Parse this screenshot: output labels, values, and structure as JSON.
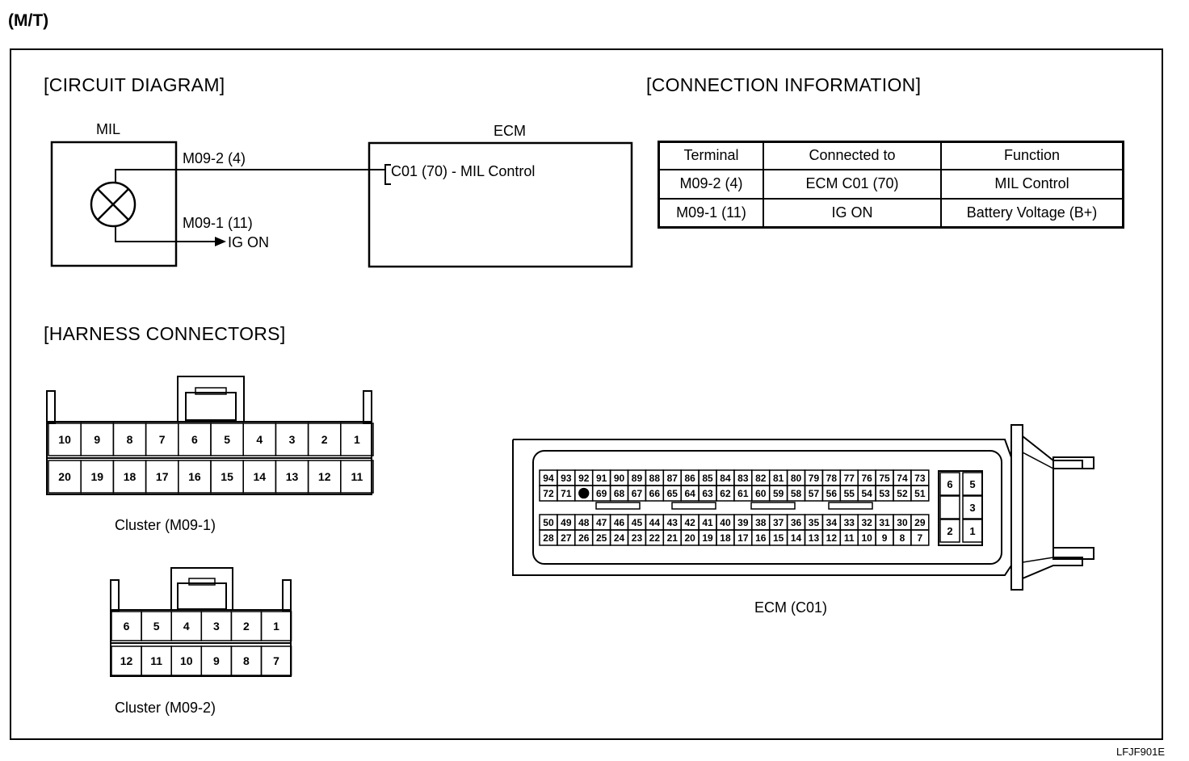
{
  "header": {
    "mode": "(M/T)"
  },
  "sections": {
    "circuit": "[CIRCUIT DIAGRAM]",
    "connection": "[CONNECTION INFORMATION]",
    "harness": "[HARNESS CONNECTORS]"
  },
  "circuit": {
    "mil_label": "MIL",
    "ecm_label": "ECM",
    "wire1": "M09-2 (4)",
    "wire2": "M09-1 (11)",
    "ig_on": "IG ON",
    "ecm_pin": "C01 (70) - MIL Control"
  },
  "table": {
    "headers": [
      "Terminal",
      "Connected to",
      "Function"
    ],
    "rows": [
      [
        "M09-2 (4)",
        "ECM C01 (70)",
        "MIL Control"
      ],
      [
        "M09-1 (11)",
        "IG ON",
        "Battery Voltage (B+)"
      ]
    ]
  },
  "cluster1": {
    "top": [
      "10",
      "9",
      "8",
      "7",
      "6",
      "5",
      "4",
      "3",
      "2",
      "1"
    ],
    "bottom": [
      "20",
      "19",
      "18",
      "17",
      "16",
      "15",
      "14",
      "13",
      "12",
      "11"
    ],
    "caption": "Cluster (M09-1)"
  },
  "cluster2": {
    "top": [
      "6",
      "5",
      "4",
      "3",
      "2",
      "1"
    ],
    "bottom": [
      "12",
      "11",
      "10",
      "9",
      "8",
      "7"
    ],
    "caption": "Cluster (M09-2)"
  },
  "ecm": {
    "row1": [
      "94",
      "93",
      "92",
      "91",
      "90",
      "89",
      "88",
      "87",
      "86",
      "85",
      "84",
      "83",
      "82",
      "81",
      "80",
      "79",
      "78",
      "77",
      "76",
      "75",
      "74",
      "73"
    ],
    "row2": [
      "72",
      "71",
      "",
      "69",
      "68",
      "67",
      "66",
      "65",
      "64",
      "63",
      "62",
      "61",
      "60",
      "59",
      "58",
      "57",
      "56",
      "55",
      "54",
      "53",
      "52",
      "51"
    ],
    "row3": [
      "50",
      "49",
      "48",
      "47",
      "46",
      "45",
      "44",
      "43",
      "42",
      "41",
      "40",
      "39",
      "38",
      "37",
      "36",
      "35",
      "34",
      "33",
      "32",
      "31",
      "30",
      "29"
    ],
    "row4": [
      "28",
      "27",
      "26",
      "25",
      "24",
      "23",
      "22",
      "21",
      "20",
      "19",
      "18",
      "17",
      "16",
      "15",
      "14",
      "13",
      "12",
      "11",
      "10",
      "9",
      "8",
      "7"
    ],
    "side": [
      "6",
      "5",
      "3",
      "2",
      "1"
    ],
    "caption": "ECM  (C01)"
  },
  "figure_code": "LFJF901E"
}
